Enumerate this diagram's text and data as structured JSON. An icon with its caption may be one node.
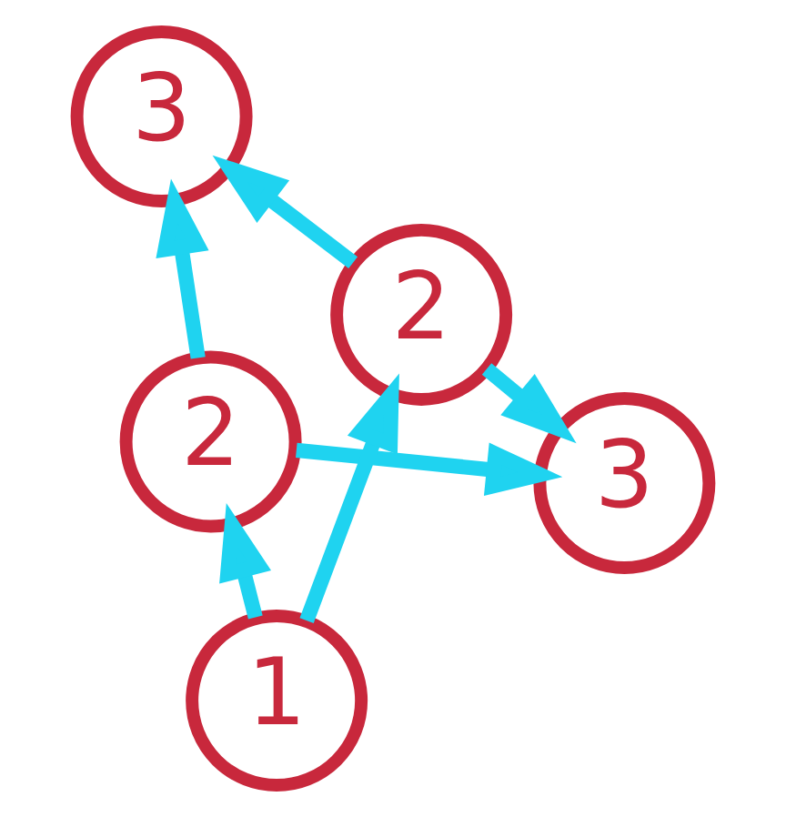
{
  "diagram": {
    "nodes": [
      {
        "text": [
          "2"
        ]
      },
      {
        "text": [
          "3"
        ]
      },
      {
        "text": [
          "1"
        ]
      },
      {
        "text": [
          "3"
        ]
      },
      {
        "text": [
          "2"
        ]
      }
    ],
    "edges": [
      {
        "from": 2,
        "to": 0,
        "arrow": "to"
      },
      {
        "from": 2,
        "to": 4,
        "arrow": "to"
      },
      {
        "from": 0,
        "to": 1,
        "arrow": "to"
      },
      {
        "from": 0,
        "to": 3,
        "arrow": "to"
      },
      {
        "from": 4,
        "to": 1,
        "arrow": "to"
      },
      {
        "from": 4,
        "to": 3,
        "arrow": "to"
      }
    ]
  }
}
